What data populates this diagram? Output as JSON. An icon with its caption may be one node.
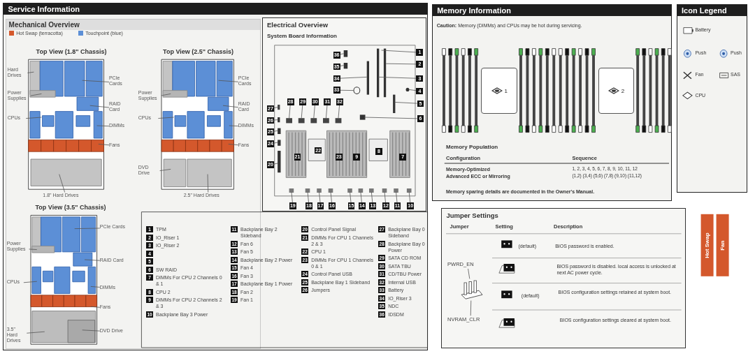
{
  "diagram": {
    "nodes": [
      {
        "text": [
          "Service Information"
        ]
      },
      {
        "text": [
          "Mechanical Overview"
        ],
        "in": 0
      },
      {
        "text": [
          "Top View (1.8\" Chassis)"
        ],
        "in": 1
      },
      {
        "text": [
          "Hard Drives"
        ],
        "in": 2
      },
      {
        "text": [
          "Power Supplies"
        ],
        "in": 2
      },
      {
        "text": [
          "PCIe Cards"
        ],
        "in": 2
      },
      {
        "text": [
          "RAID Card"
        ],
        "in": 2
      },
      {
        "text": [
          "CPUs"
        ],
        "in": 2
      },
      {
        "text": [
          "DIMMs"
        ],
        "in": 2
      },
      {
        "text": [
          "Fans"
        ],
        "in": 2
      },
      {
        "text": [
          "1.8\" Hard Drives"
        ],
        "in": 2
      },
      {
        "text": [
          "Top View (2.5\" Chassis)"
        ],
        "in": 1
      },
      {
        "text": [
          "Power Supplies"
        ],
        "in": 11
      },
      {
        "text": [
          "PCIe Cards"
        ],
        "in": 11
      },
      {
        "text": [
          "RAID Card"
        ],
        "in": 11
      },
      {
        "text": [
          "CPUs"
        ],
        "in": 11
      },
      {
        "text": [
          "DIMMs"
        ],
        "in": 11
      },
      {
        "text": [
          "Fans"
        ],
        "in": 11
      },
      {
        "text": [
          "DVD Drive"
        ],
        "in": 11
      },
      {
        "text": [
          "2.5\" Hard Drives"
        ],
        "in": 11
      },
      {
        "text": [
          "Top View (3.5\" Chassis)"
        ],
        "in": 1
      },
      {
        "text": [
          "PCIe Cards"
        ],
        "in": 20
      },
      {
        "text": [
          "Power Supplies"
        ],
        "in": 20
      },
      {
        "text": [
          "RAID Card"
        ],
        "in": 20
      },
      {
        "text": [
          "CPUs"
        ],
        "in": 20
      },
      {
        "text": [
          "DIMMs"
        ],
        "in": 20
      },
      {
        "text": [
          "Fans"
        ],
        "in": 20
      },
      {
        "text": [
          "3.5\" Hard Drives"
        ],
        "in": 20
      },
      {
        "text": [
          "DVD Drive"
        ],
        "in": 20
      },
      {
        "text": [
          "Electrical Overview",
          "System Board Information"
        ],
        "in": 0
      },
      {
        "text": [
          "1"
        ],
        "in": 29
      },
      {
        "text": [
          "2"
        ],
        "in": 29
      },
      {
        "text": [
          "3"
        ],
        "in": 29
      },
      {
        "text": [
          "4"
        ],
        "in": 29
      },
      {
        "text": [
          "5"
        ],
        "in": 29
      },
      {
        "text": [
          "6"
        ],
        "in": 29
      },
      {
        "text": [
          "7"
        ],
        "in": 29
      },
      {
        "text": [
          "8"
        ],
        "in": 29
      },
      {
        "text": [
          "9"
        ],
        "in": 29
      },
      {
        "text": [
          "10"
        ],
        "in": 29
      },
      {
        "text": [
          "11"
        ],
        "in": 29
      },
      {
        "text": [
          "12"
        ],
        "in": 29
      },
      {
        "text": [
          "13"
        ],
        "in": 29
      },
      {
        "text": [
          "14"
        ],
        "in": 29
      },
      {
        "text": [
          "15"
        ],
        "in": 29
      },
      {
        "text": [
          "16"
        ],
        "in": 29
      },
      {
        "text": [
          "17"
        ],
        "in": 29
      },
      {
        "text": [
          "18"
        ],
        "in": 29
      },
      {
        "text": [
          "19"
        ],
        "in": 29
      },
      {
        "text": [
          "20"
        ],
        "in": 29
      },
      {
        "text": [
          "21"
        ],
        "in": 29
      },
      {
        "text": [
          "22"
        ],
        "in": 29
      },
      {
        "text": [
          "23"
        ],
        "in": 29
      },
      {
        "text": [
          "24"
        ],
        "in": 29
      },
      {
        "text": [
          "25"
        ],
        "in": 29
      },
      {
        "text": [
          "26"
        ],
        "in": 29
      },
      {
        "text": [
          "27"
        ],
        "in": 29
      },
      {
        "text": [
          "28"
        ],
        "in": 29
      },
      {
        "text": [
          "29"
        ],
        "in": 29
      },
      {
        "text": [
          "30"
        ],
        "in": 29
      },
      {
        "text": [
          "31"
        ],
        "in": 29
      },
      {
        "text": [
          "32"
        ],
        "in": 29
      },
      {
        "text": [
          "33"
        ],
        "in": 29
      },
      {
        "text": [
          "34"
        ],
        "in": 29
      },
      {
        "text": [
          "35"
        ],
        "in": 29
      },
      {
        "text": [
          "36"
        ],
        "in": 29
      },
      {
        "text": [
          "Memory Information"
        ]
      },
      {
        "text": [
          "1"
        ],
        "in": 66
      },
      {
        "text": [
          "2"
        ],
        "in": 66
      },
      {
        "text": [
          "Jumper Settings"
        ]
      },
      {
        "text": [
          "PWRD_EN"
        ],
        "in": 69
      },
      {
        "text": [],
        "shape": "picture",
        "in": 69
      },
      {
        "text": [
          "NVRAM_CLR"
        ],
        "in": 69
      },
      {
        "text": [
          "Icon Legend"
        ]
      },
      {
        "text": [
          "Hot Swap"
        ]
      },
      {
        "text": [
          "Fan"
        ]
      }
    ],
    "edges": [
      {
        "from": 3,
        "to": null,
        "arrow": "none"
      },
      {
        "from": 4,
        "to": null,
        "arrow": "none"
      },
      {
        "from": 5,
        "to": null,
        "arrow": "none"
      },
      {
        "from": 6,
        "to": null,
        "arrow": "none"
      },
      {
        "from": 7,
        "to": null,
        "arrow": "none"
      },
      {
        "from": 8,
        "to": null,
        "arrow": "none"
      },
      {
        "from": 9,
        "to": null,
        "arrow": "none"
      },
      {
        "from": 10,
        "to": null,
        "arrow": "none"
      },
      {
        "from": 12,
        "to": null,
        "arrow": "none"
      },
      {
        "from": 13,
        "to": null,
        "arrow": "none"
      },
      {
        "from": 14,
        "to": null,
        "arrow": "none"
      },
      {
        "from": 15,
        "to": null,
        "arrow": "none"
      },
      {
        "from": 16,
        "to": null,
        "arrow": "none"
      },
      {
        "from": 17,
        "to": null,
        "arrow": "none"
      },
      {
        "from": 18,
        "to": null,
        "arrow": "none"
      },
      {
        "from": 19,
        "to": null,
        "arrow": "none"
      },
      {
        "from": 21,
        "to": null,
        "arrow": "none"
      },
      {
        "from": 22,
        "to": null,
        "arrow": "none"
      },
      {
        "from": 23,
        "to": null,
        "arrow": "none"
      },
      {
        "from": 24,
        "to": null,
        "arrow": "none"
      },
      {
        "from": 25,
        "to": null,
        "arrow": "none"
      },
      {
        "from": 26,
        "to": null,
        "arrow": "none"
      },
      {
        "from": 27,
        "to": null,
        "arrow": "none"
      },
      {
        "from": 28,
        "to": null,
        "arrow": "none"
      },
      {
        "from": 30,
        "to": null,
        "arrow": "none"
      },
      {
        "from": 31,
        "to": null,
        "arrow": "none"
      },
      {
        "from": 32,
        "to": null,
        "arrow": "none"
      },
      {
        "from": 33,
        "to": null,
        "arrow": "none"
      },
      {
        "from": 34,
        "to": null,
        "arrow": "none"
      },
      {
        "from": 35,
        "to": null,
        "arrow": "none"
      },
      {
        "from": 39,
        "to": null,
        "arrow": "none"
      },
      {
        "from": 40,
        "to": null,
        "arrow": "none"
      },
      {
        "from": 41,
        "to": null,
        "arrow": "none"
      },
      {
        "from": 42,
        "to": null,
        "arrow": "none"
      },
      {
        "from": 43,
        "to": null,
        "arrow": "none"
      },
      {
        "from": 44,
        "to": null,
        "arrow": "none"
      },
      {
        "from": 45,
        "to": null,
        "arrow": "none"
      },
      {
        "from": 46,
        "to": null,
        "arrow": "none"
      },
      {
        "from": 47,
        "to": null,
        "arrow": "none"
      },
      {
        "from": 48,
        "to": null,
        "arrow": "none"
      },
      {
        "from": 49,
        "to": null,
        "arrow": "none"
      },
      {
        "from": 53,
        "to": null,
        "arrow": "none"
      },
      {
        "from": 54,
        "to": null,
        "arrow": "none"
      },
      {
        "from": 55,
        "to": null,
        "arrow": "none"
      },
      {
        "from": 56,
        "to": null,
        "arrow": "none"
      },
      {
        "from": 57,
        "to": null,
        "arrow": "none"
      },
      {
        "from": 58,
        "to": null,
        "arrow": "none"
      },
      {
        "from": 59,
        "to": null,
        "arrow": "none"
      },
      {
        "from": 60,
        "to": null,
        "arrow": "none"
      },
      {
        "from": 61,
        "to": null,
        "arrow": "none"
      },
      {
        "from": 62,
        "to": null,
        "arrow": "none"
      },
      {
        "from": 63,
        "to": null,
        "arrow": "none"
      },
      {
        "from": 64,
        "to": null,
        "arrow": "none"
      },
      {
        "from": 65,
        "to": null,
        "arrow": "none"
      },
      {
        "from": 70,
        "to": 71,
        "arrow": "none"
      },
      {
        "from": 72,
        "to": 71,
        "arrow": "none"
      }
    ],
    "labels": [
      "1",
      "TPM",
      "2",
      "IO_Riser 1",
      "3",
      "IO_Riser 2",
      "4",
      "5",
      "6",
      "SW RAID",
      "7",
      "DIMMs For CPU 2 Channels 0 & 1",
      "8",
      "CPU 2",
      "9",
      "DIMMs For CPU 2 Channels 2 & 3",
      "10",
      "Backplane Bay 3 Power",
      "11",
      "Backplane Bay 2 Sideband",
      "12",
      "Fan 6",
      "13",
      "Fan 5",
      "14",
      "Backplane Bay 2 Power",
      "15",
      "Fan 4",
      "16",
      "Fan 3",
      "17",
      "Backplane Bay 1 Power",
      "18",
      "Fan 2",
      "19",
      "Fan 1",
      "20",
      "Control Panel Signal",
      "21",
      "DIMMs For CPU 1 Channels 2 & 3",
      "22",
      "CPU 1",
      "23",
      "DIMMs For CPU 1 Channels 0 & 1",
      "24",
      "Control Panel USB",
      "25",
      "Backplane Bay 1 Sideband",
      "26",
      "Jumpers",
      "27",
      "Backplane Bay 0 Sideband",
      "28",
      "Backplane Bay 0 Power",
      "29",
      "SATA CD ROM",
      "30",
      "SATA TBU",
      "31",
      "CD/TBU Power",
      "32",
      "Internal USB",
      "33",
      "Battery",
      "34",
      "IO_Riser 3",
      "35",
      "NDC",
      "36",
      "IDSDM",
      "**Caution:** Memory (DIMMs) and CPUs may be hot during servicing.",
      "Memory Population",
      "Configuration",
      "Sequence",
      "Memory-Optimized",
      "1, 2, 3, 4, 5, 6, 7, 8, 9, 10, 11, 12",
      "Advanced ECC or Mirroring",
      "(1,2) (3,4) (5,6) (7,8) (9,10) (11,12)",
      "Memory sparing details are documented in the Owner's Manual.",
      "Jumper",
      "Setting",
      "Description",
      "(default)",
      "BIOS password is enabled.",
      "BIOS password is disabled. local access is unlocked at next AC power cycle.",
      "(default)",
      "BIOS configuration settings retained at system boot.",
      "BIOS configuration settings cleared at system boot.",
      "Battery",
      "Push",
      "Push",
      "Fan",
      "SAS",
      "CPU"
    ],
    "legend": [
      {
        "text": "Hot Swap (terracotta)",
        "color": "#d4582c"
      },
      {
        "text": "Touchpoint (blue)",
        "color": "#5c8fd6"
      }
    ]
  }
}
